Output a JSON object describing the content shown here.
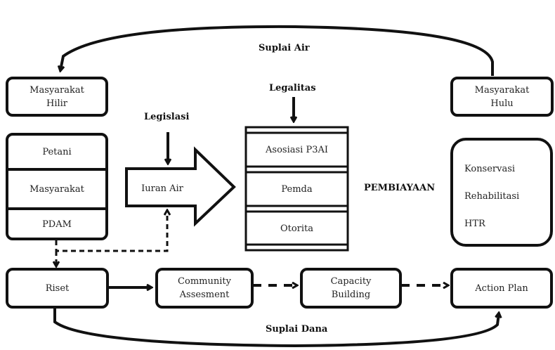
{
  "labels": {
    "suplai_air": "Suplai Air",
    "suplai_dana": "Suplai Dana",
    "legalitas": "Legalitas",
    "legislasi": "Legislasi",
    "pembiayaan": "PEMBIAYAAN"
  },
  "boxes": {
    "masyarakat_hilir": [
      "Masyarakat",
      "Hilir"
    ],
    "masyarakat_hulu": [
      "Masyarakat",
      "Hulu"
    ],
    "iuran_air": "Iuran Air",
    "riset": "Riset",
    "community_assesment": [
      "Community",
      "Assesment"
    ],
    "capacity_building": [
      "Capacity",
      "Building"
    ],
    "action_plan": "Action Plan"
  },
  "payers": [
    "Petani",
    "Masyarakat",
    "PDAM"
  ],
  "institutions": [
    "Asosiasi P3AI",
    "Pemda",
    "Otorita"
  ],
  "programs": [
    "Konservasi",
    "Rehabilitasi",
    "HTR"
  ]
}
